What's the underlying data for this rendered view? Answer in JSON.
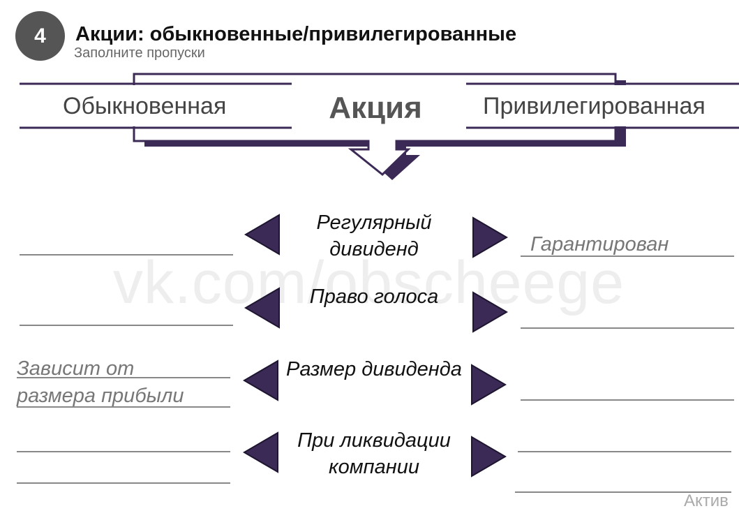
{
  "header": {
    "number": "4",
    "title": "Акции: обыкновенные/привилегированные",
    "subtitle": "Заполните пропуски"
  },
  "banner": {
    "left": "Обыкновенная",
    "center": "Акция",
    "right": "Привилегированная"
  },
  "watermark": "vk.com/obscheege",
  "rows": [
    {
      "label": "Регулярный дивиденд",
      "left_answer": "",
      "right_answer": "Гарантирован"
    },
    {
      "label": "Право голоса",
      "left_answer": "",
      "right_answer": ""
    },
    {
      "label": "Размер дивиденда",
      "left_answer": "Зависит от размера прибыли",
      "right_answer": ""
    },
    {
      "label": "При ликвидации компании",
      "left_answer": "",
      "right_answer": ""
    }
  ],
  "left_answer_lines": [
    "Зависит от",
    "размера прибыли"
  ],
  "corner_text": "Актив",
  "colors": {
    "accent": "#3b2a56",
    "circle": "#555555",
    "line": "#888888"
  }
}
